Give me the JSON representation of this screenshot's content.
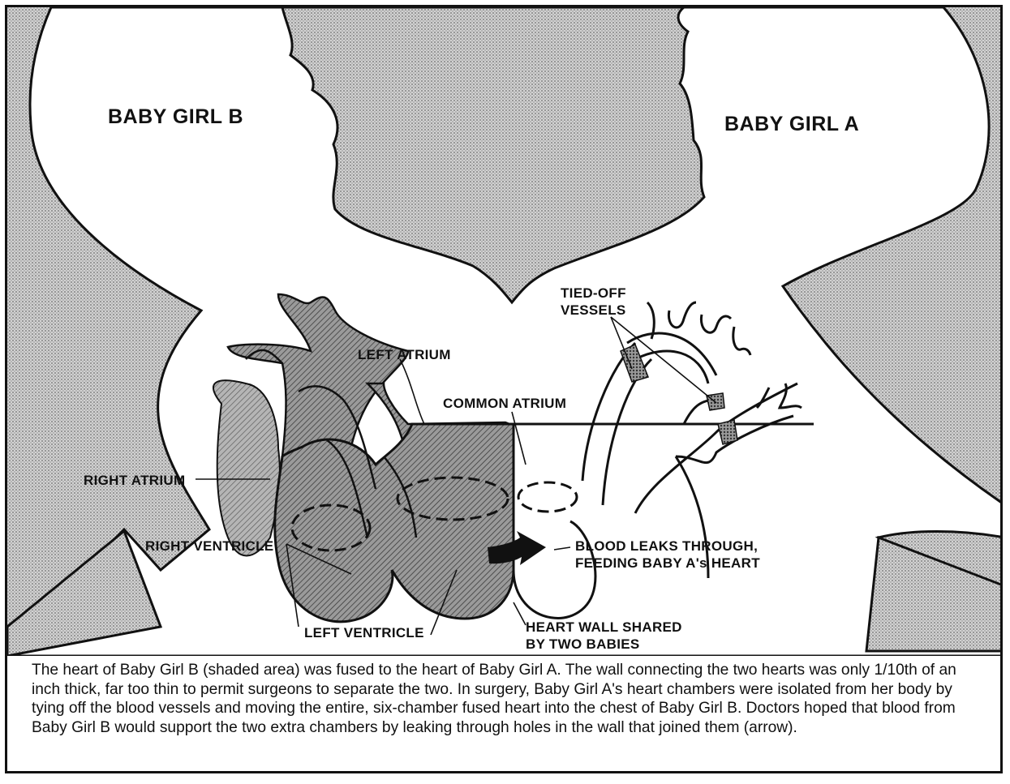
{
  "labels": {
    "baby_b": "BABY GIRL B",
    "baby_a": "BABY GIRL A",
    "tied_off_1": "TIED-OFF",
    "tied_off_2": "VESSELS",
    "left_atrium": "LEFT ATRIUM",
    "common_atrium": "COMMON ATRIUM",
    "right_atrium": "RIGHT ATRIUM",
    "right_ventricle": "RIGHT VENTRICLE",
    "blood_leaks_1": "BLOOD LEAKS THROUGH,",
    "blood_leaks_2": "FEEDING BABY A's HEART",
    "left_ventricle": "LEFT VENTRICLE",
    "heart_wall_1": "HEART WALL SHARED",
    "heart_wall_2": "BY TWO BABIES"
  },
  "caption": "The heart of Baby Girl B (shaded area) was fused to the heart of Baby Girl A. The wall connecting the two hearts was only 1/10th of an inch thick, far too thin to permit surgeons to separate the two. In surgery, Baby Girl A's heart chambers were isolated from her body by tying off the blood vessels and moving the entire, six-chamber fused heart into the chest of Baby Girl B. Doctors hoped that blood from Baby Girl B would support the two extra chambers by leaking through holes in the wall that joined them (arrow).",
  "colors": {
    "ink": "#111111",
    "dot_fill": "#bdbdbd",
    "hatch": "#555555"
  }
}
